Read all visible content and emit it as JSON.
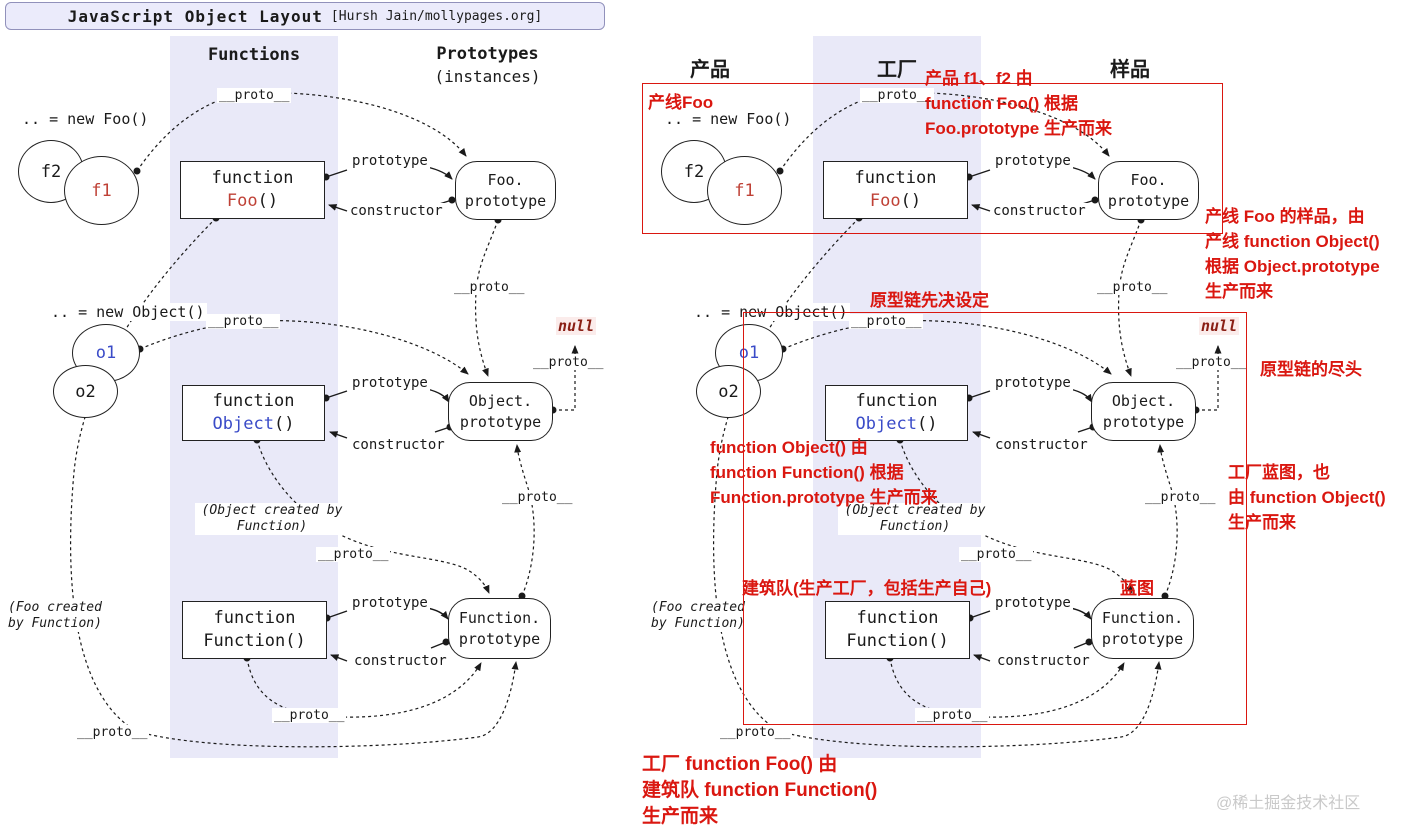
{
  "title": {
    "main": "JavaScript Object Layout",
    "credit": "[Hursh Jain/mollypages.org]"
  },
  "columns": {
    "left": {
      "functions": "Functions",
      "prototypes": "Prototypes",
      "instances": "(instances)"
    },
    "right": {
      "products": "产品",
      "factory": "工厂",
      "samples": "样品"
    }
  },
  "labels": {
    "proto": "__proto__",
    "prototype": "prototype",
    "constructor": "constructor",
    "null_value": "null",
    "new_foo": ".. = new Foo()",
    "new_object": ".. = new Object()",
    "f1": "f1",
    "f2": "f2",
    "o1": "o1",
    "o2": "o2",
    "function_kw": "function",
    "foo": "Foo",
    "object": "Object",
    "function_name": "Function",
    "parens": "()",
    "foo_prototype_l1": "Foo.",
    "foo_prototype_l2": "prototype",
    "object_prototype_l1": "Object.",
    "object_prototype_l2": "prototype",
    "function_prototype_l1": "Function.",
    "function_prototype_l2": "prototype",
    "object_created_l1": "(Object created by",
    "object_created_l2": "Function)",
    "foo_created_l1": "(Foo created",
    "foo_created_l2": "by Function)"
  },
  "annotations": {
    "line_foo": "产线Foo",
    "product_note_l1": "产品 f1、f2 由",
    "product_note_l2": "function Foo() 根据",
    "product_note_l3": "Foo.prototype 生产而来",
    "sample_note_l1": "产线 Foo 的样品，由",
    "sample_note_l2": "产线 function Object()",
    "sample_note_l3": "根据 Object.prototype",
    "sample_note_l4": "生产而来",
    "chain_preset": "原型链先决设定",
    "chain_end": "原型链的尽头",
    "object_note_l1": "function Object() 由",
    "object_note_l2": "function Function() 根据",
    "object_note_l3": "Function.prototype 生产而来",
    "blueprint_note_l1": "工厂蓝图，也",
    "blueprint_note_l2": "由 function Object()",
    "blueprint_note_l3": "生产而来",
    "builder_note": "建筑队(生产工厂，包括生产自己)",
    "blueprint": "蓝图",
    "factory_note_l1": "工厂 function Foo() 由",
    "factory_note_l2": "建筑队 function Function()",
    "factory_note_l3": "生产而来"
  },
  "watermark": "@稀土掘金技术社区",
  "colors": {
    "accent_red": "#da1710",
    "foo_red": "#bf4136",
    "object_blue": "#3a4bc8",
    "band": "#e9e9f8",
    "null_bg": "#fbeceb",
    "null_text": "#8a1f15"
  }
}
